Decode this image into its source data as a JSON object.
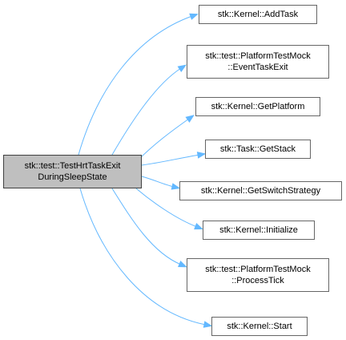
{
  "root": {
    "lines": [
      "stk::test::TestHrtTaskExit",
      "DuringSleepState"
    ]
  },
  "callees": [
    {
      "lines": [
        "stk::Kernel::AddTask"
      ]
    },
    {
      "lines": [
        "stk::test::PlatformTestMock",
        "::EventTaskExit"
      ]
    },
    {
      "lines": [
        "stk::Kernel::GetPlatform"
      ]
    },
    {
      "lines": [
        "stk::Task::GetStack"
      ]
    },
    {
      "lines": [
        "stk::Kernel::GetSwitchStrategy"
      ]
    },
    {
      "lines": [
        "stk::Kernel::Initialize"
      ]
    },
    {
      "lines": [
        "stk::test::PlatformTestMock",
        "::ProcessTick"
      ]
    },
    {
      "lines": [
        "stk::Kernel::Start"
      ]
    }
  ],
  "colors": {
    "edge": "#63b8ff",
    "root_fill": "#bfbfbf",
    "node_border": "#666666"
  }
}
